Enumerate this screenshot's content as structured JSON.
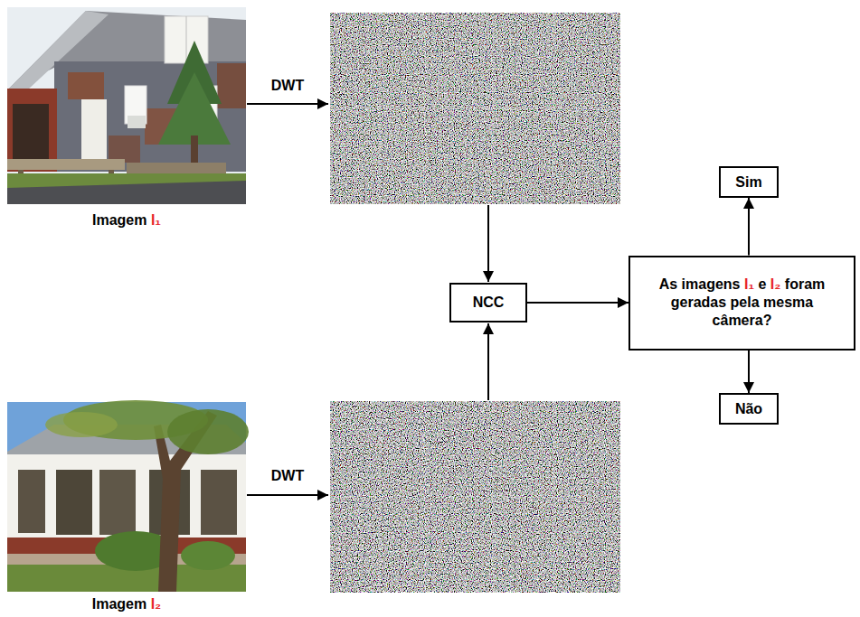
{
  "diagram": {
    "nodes": [
      {
        "text": [
          "NCC"
        ]
      },
      {
        "text": [
          "As imagens I₁ e I₂ foram geradas pela mesma câmera?"
        ]
      },
      {
        "text": [
          "Sim"
        ]
      },
      {
        "text": [
          "Não"
        ]
      }
    ],
    "edges": [
      {
        "from": 0,
        "to": 1,
        "arrow": "to"
      },
      {
        "from": 1,
        "to": 2,
        "arrow": "to"
      },
      {
        "from": 1,
        "to": 3,
        "arrow": "to"
      }
    ],
    "labels": [
      "Imagem I₁",
      "DWT",
      "DWT",
      "Imagem I₂"
    ]
  }
}
